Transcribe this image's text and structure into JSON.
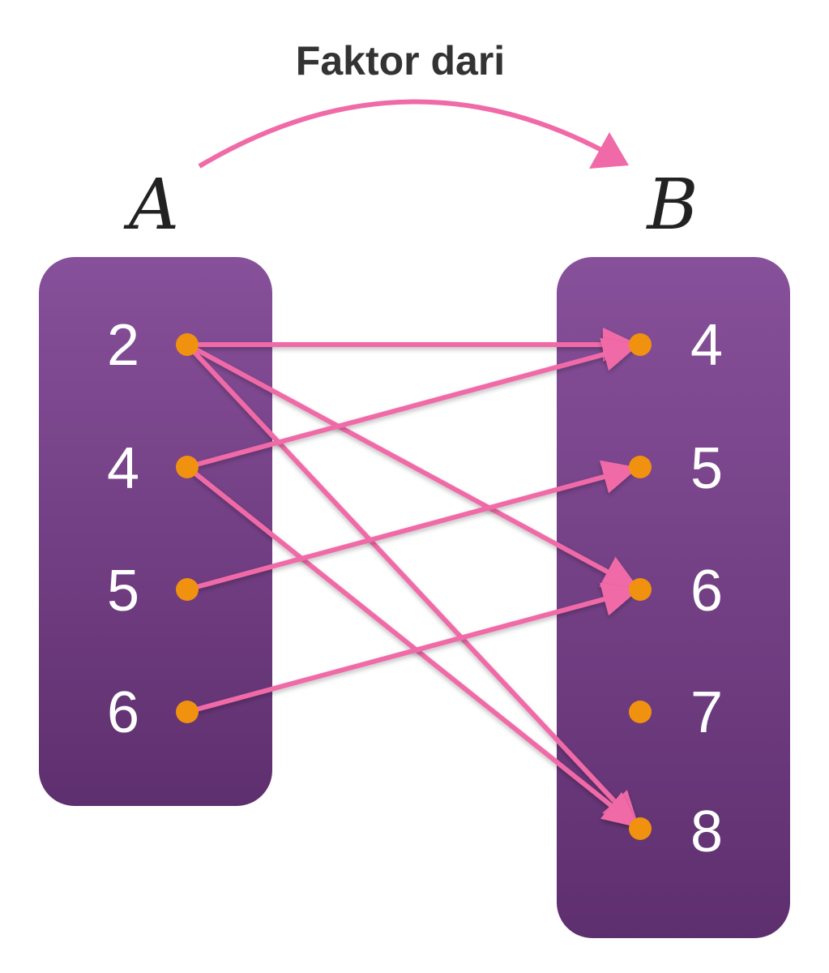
{
  "relation": {
    "label": "Faktor dari"
  },
  "set_a": {
    "name": "A",
    "elements": [
      "2",
      "4",
      "5",
      "6"
    ]
  },
  "set_b": {
    "name": "B",
    "elements": [
      "4",
      "5",
      "6",
      "7",
      "8"
    ]
  },
  "mappings": [
    {
      "from": "2",
      "to": "4"
    },
    {
      "from": "2",
      "to": "6"
    },
    {
      "from": "2",
      "to": "8"
    },
    {
      "from": "4",
      "to": "4"
    },
    {
      "from": "4",
      "to": "8"
    },
    {
      "from": "5",
      "to": "5"
    },
    {
      "from": "6",
      "to": "6"
    }
  ],
  "colors": {
    "set_box_top": "#87509a",
    "set_box_bottom": "#5e2f6e",
    "arrow": "#f06aa8",
    "dot": "#f0920f",
    "element_text": "#ffffff",
    "title_text": "#333333"
  }
}
